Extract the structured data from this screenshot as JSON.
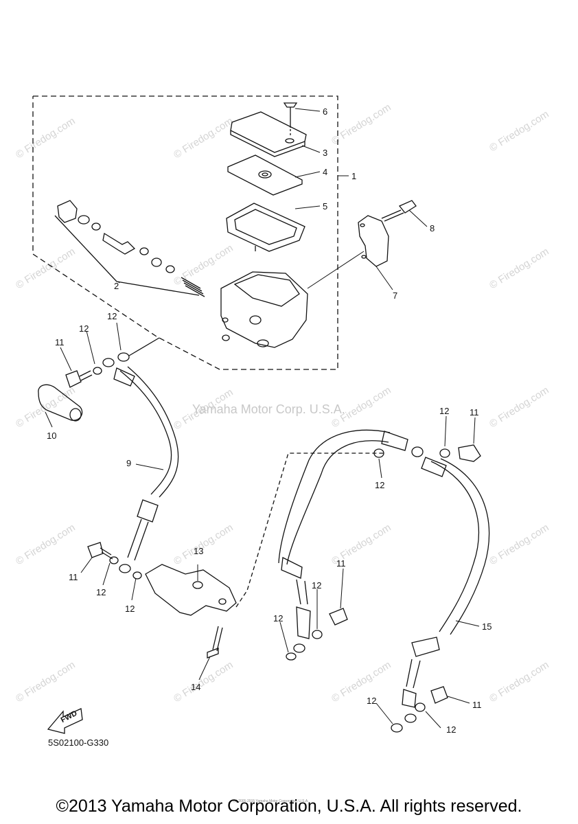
{
  "watermark": "© Firedog.com",
  "center_watermark": "Yamaha Motor Corp. U.S.A.",
  "diagram_code": "5S02100-G330",
  "footer": "©2013 Yamaha Motor Corporation, U.S.A. All rights reserved.",
  "fine_print": "(c) 2005-2015 Yamaha Motor Corporation, U.S.A.",
  "fwd_label": "FWD",
  "callouts": {
    "c6": "6",
    "c3": "3",
    "c4": "4",
    "c1": "1",
    "c5": "5",
    "c8": "8",
    "c7": "7",
    "c2": "2",
    "c12a": "12",
    "c12b": "12",
    "c11a": "11",
    "c10": "10",
    "c9": "9",
    "c11b": "11",
    "c12c": "12",
    "c12d": "12",
    "c13": "13",
    "c14": "14",
    "c12e": "12",
    "c11c": "11",
    "c12f": "12",
    "c11d": "11",
    "c12g": "12",
    "c12h": "12",
    "c15": "15",
    "c12i": "12",
    "c11e": "11",
    "c12j": "12"
  },
  "colors": {
    "line": "#111111",
    "watermark": "#d4d4d4"
  }
}
